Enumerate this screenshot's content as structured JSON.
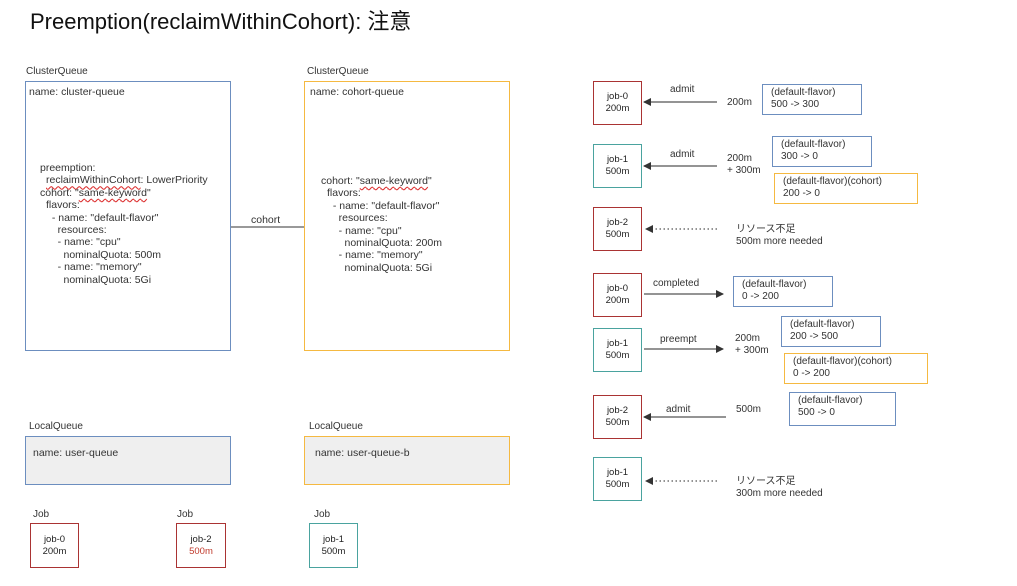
{
  "title": "Preemption(reclaimWithinCohort): 注意",
  "cluster_queue_label_1": "ClusterQueue",
  "cluster_queue_label_2": "ClusterQueue",
  "cq1": {
    "name": "name: cluster-queue",
    "preemption": "preemption:",
    "reclaim_key": "reclaimWithinCohort",
    "reclaim_val": ": LowerPriority",
    "cohort_key": "cohort: \"",
    "cohort_val": "same-keyword",
    "cohort_end": "\"",
    "body": "flavors:\n  - name: \"default-flavor\"\n    resources:\n    - name: \"cpu\"\n      nominalQuota: 500m\n    - name: \"memory\"\n      nominalQuota: 5Gi"
  },
  "cq2": {
    "name": "name: cohort-queue",
    "cohort_key": "cohort: \"",
    "cohort_val": "same-keyword",
    "cohort_end": "\"",
    "body": "flavors:\n  - name: \"default-flavor\"\n    resources:\n    - name: \"cpu\"\n      nominalQuota: 200m\n    - name: \"memory\"\n      nominalQuota: 5Gi"
  },
  "cohort_edge": "cohort",
  "local_queue_label_1": "LocalQueue",
  "local_queue_label_2": "LocalQueue",
  "lq1_name": "name: user-queue",
  "lq2_name": "name: user-queue-b",
  "job_labels": [
    "Job",
    "Job",
    "Job"
  ],
  "bottom_jobs": [
    {
      "name": "job-0",
      "cpu": "200m"
    },
    {
      "name": "job-2",
      "cpu": "500m"
    },
    {
      "name": "job-1",
      "cpu": "500m"
    }
  ],
  "flow_jobs": [
    {
      "name": "job-0",
      "cpu": "200m"
    },
    {
      "name": "job-1",
      "cpu": "500m"
    },
    {
      "name": "job-2",
      "cpu": "500m"
    },
    {
      "name": "job-0",
      "cpu": "200m"
    },
    {
      "name": "job-1",
      "cpu": "500m"
    },
    {
      "name": "job-2",
      "cpu": "500m"
    },
    {
      "name": "job-1",
      "cpu": "500m"
    }
  ],
  "arrow_labels": {
    "admit1": "admit",
    "admit2": "admit",
    "completed": "completed",
    "preempt": "preempt",
    "admit3": "admit"
  },
  "quantities": {
    "q1": "200m",
    "q2": "200m\n+ 300m",
    "q3": "200m\n+ 300m",
    "q4": "500m"
  },
  "flavors": {
    "f1": "(default-flavor)\n500 -> 300",
    "f2": "(default-flavor)\n300 -> 0",
    "f3": "(default-flavor)(cohort)\n200 -> 0",
    "f4": "(default-flavor)\n0 -> 200",
    "f5": "(default-flavor)\n200 -> 500",
    "f6": "(default-flavor)(cohort)\n0 -> 200",
    "f7": "(default-flavor)\n500 -> 0"
  },
  "notes": {
    "n1": "リソース不足\n500m more needed",
    "n2": "リソース不足\n300m more needed"
  },
  "colors": {
    "blue_border": "#6c8ebf",
    "orange_border": "#f5b941",
    "red_border": "#aa3333",
    "teal_border": "#4aa39f",
    "squiggle": "#dd3333",
    "red_text": "#c0392b"
  }
}
